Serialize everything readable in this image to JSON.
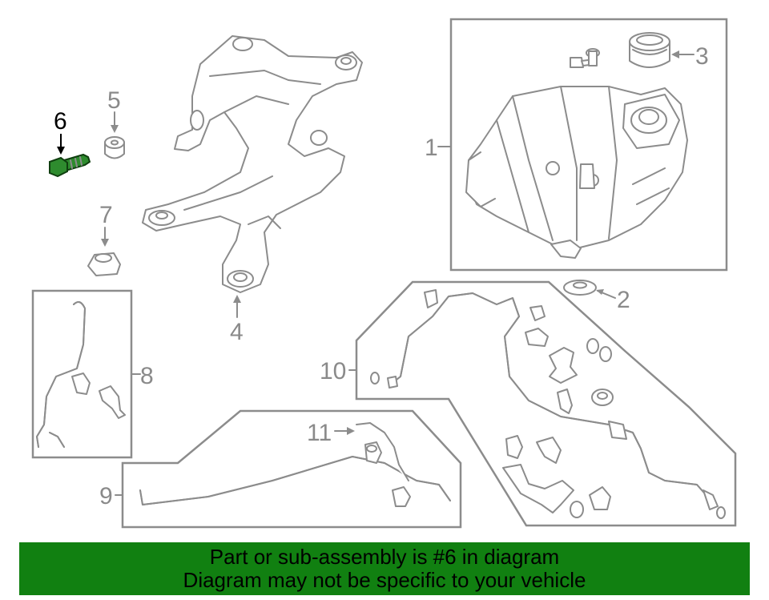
{
  "callouts": {
    "c1": "1",
    "c2": "2",
    "c3": "3",
    "c4": "4",
    "c5": "5",
    "c6": "6",
    "c7": "7",
    "c8": "8",
    "c9": "9",
    "c10": "10",
    "c11": "11"
  },
  "highlight": {
    "part_number": "6",
    "color": "#2e8b2e"
  },
  "banner": {
    "line1": "Part or sub-assembly is #6 in diagram",
    "line2": "Diagram may not be specific to your vehicle",
    "background": "#118011"
  }
}
